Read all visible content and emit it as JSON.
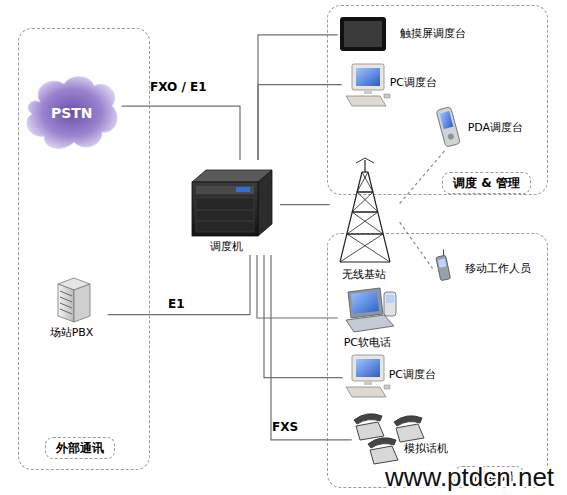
{
  "diagram": {
    "nodes": [
      {
        "text": [
          "外部通讯"
        ]
      },
      {
        "text": [
          "PSTN"
        ],
        "in": 0
      },
      {
        "text": [
          "场站PBX"
        ],
        "in": 0
      },
      {
        "text": [
          "调度机"
        ]
      },
      {
        "text": [
          "调度 & 管理"
        ]
      },
      {
        "text": [
          "触摸屏调度台"
        ],
        "in": 4
      },
      {
        "text": [
          "PC调度台"
        ],
        "in": 4
      },
      {
        "text": [
          "PDA调度台"
        ],
        "in": 4
      },
      {
        "text": [
          "调度终端"
        ]
      },
      {
        "text": [
          "无线基站"
        ],
        "in": 8
      },
      {
        "text": [
          "移动工作人员"
        ],
        "in": 8
      },
      {
        "text": [
          "PC软电话"
        ],
        "in": 8
      },
      {
        "text": [
          "PC调度台"
        ],
        "in": 8
      },
      {
        "text": [
          "模拟话机"
        ],
        "in": 8
      }
    ],
    "edges": [
      {
        "from": 1,
        "to": 3,
        "label": "FXO / E1",
        "arrow": "none"
      },
      {
        "from": 2,
        "to": 3,
        "label": "E1",
        "arrow": "none"
      },
      {
        "from": 3,
        "to": 5,
        "arrow": "none"
      },
      {
        "from": 3,
        "to": 6,
        "arrow": "none"
      },
      {
        "from": 3,
        "to": 9,
        "arrow": "none"
      },
      {
        "from": 3,
        "to": 11,
        "arrow": "none"
      },
      {
        "from": 3,
        "to": 12,
        "arrow": "none"
      },
      {
        "from": 3,
        "to": 13,
        "label": "FXS",
        "arrow": "none"
      },
      {
        "from": 9,
        "to": 7,
        "arrow": "none"
      },
      {
        "from": 9,
        "to": 10,
        "arrow": "none"
      }
    ],
    "labels": [
      "www.ptdcn.net"
    ]
  }
}
